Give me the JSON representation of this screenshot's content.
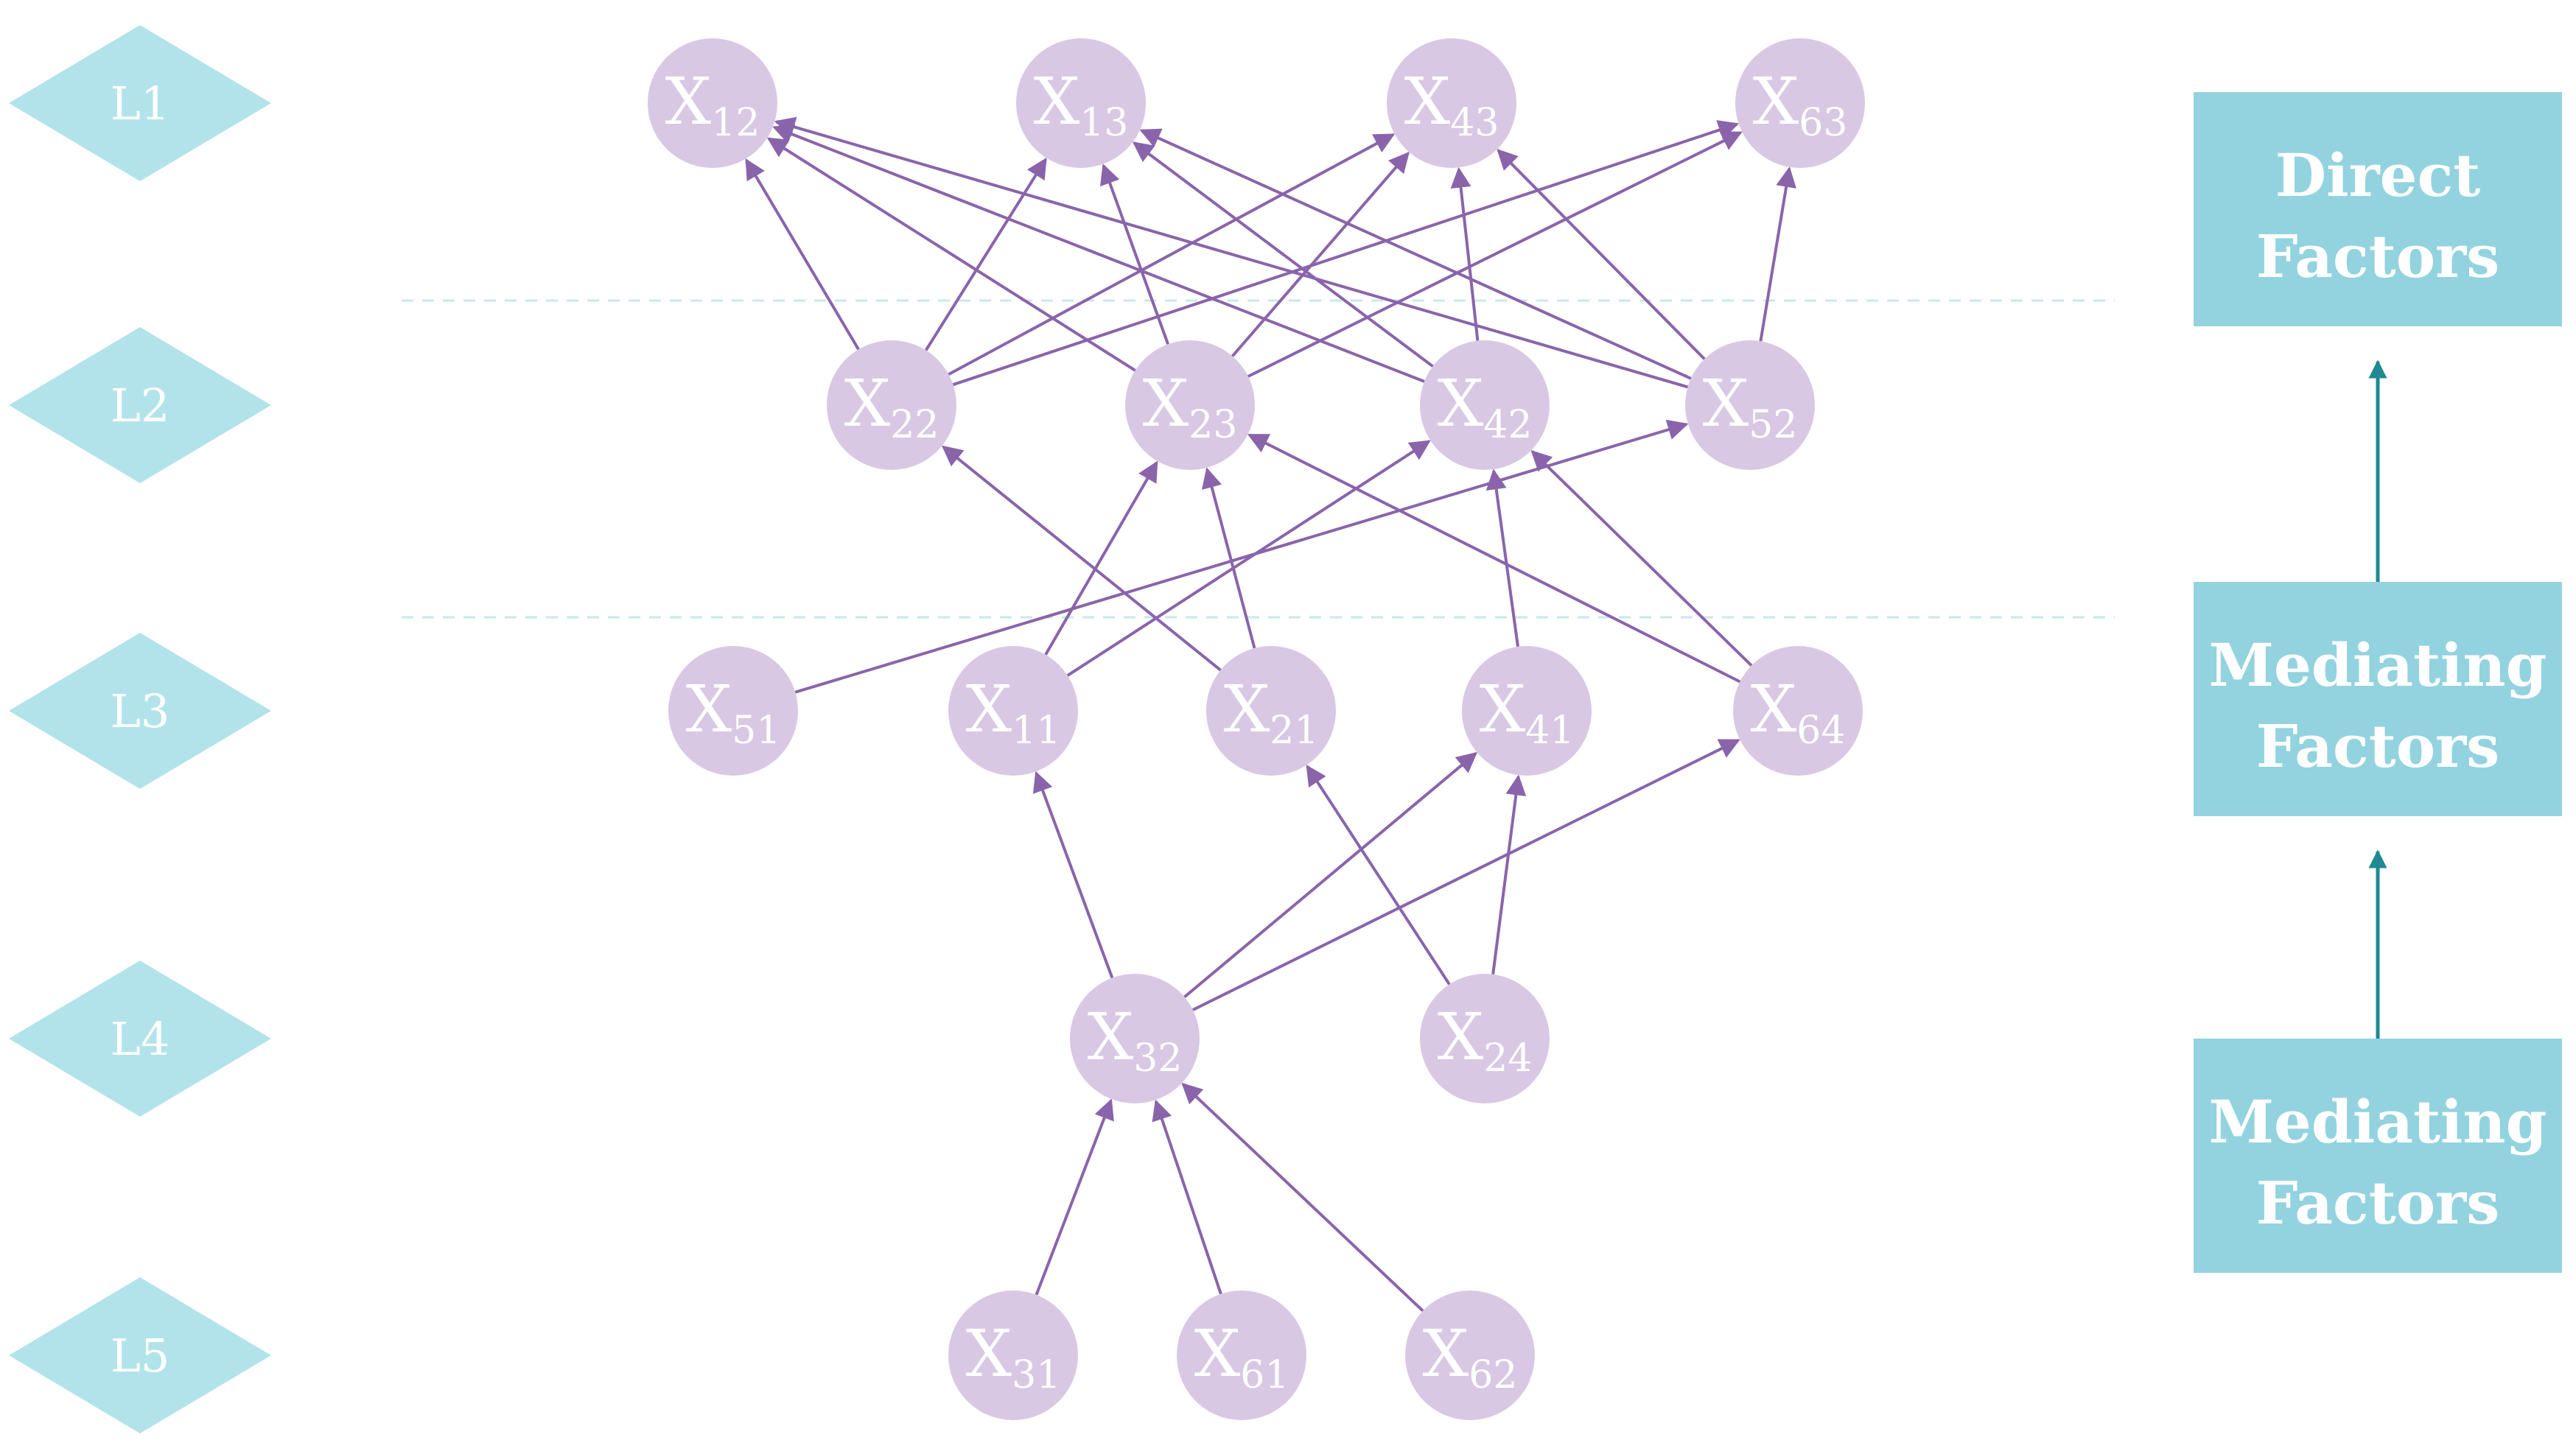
{
  "colors": {
    "level_shape": "#b3e3ea",
    "node_fill": "#d9c8e4",
    "edge": "#8a64ab",
    "category_fill": "#93d3df",
    "category_arrow": "#1f8a91",
    "separator": "#c8e9ee"
  },
  "levels": [
    {
      "id": "L1",
      "label": "L1"
    },
    {
      "id": "L2",
      "label": "L2"
    },
    {
      "id": "L3",
      "label": "L3"
    },
    {
      "id": "L4",
      "label": "L4"
    },
    {
      "id": "L5",
      "label": "L5"
    }
  ],
  "nodes": [
    {
      "id": "X12",
      "base": "X",
      "sub": "12",
      "level": "L1"
    },
    {
      "id": "X13",
      "base": "X",
      "sub": "13",
      "level": "L1"
    },
    {
      "id": "X43",
      "base": "X",
      "sub": "43",
      "level": "L1"
    },
    {
      "id": "X63",
      "base": "X",
      "sub": "63",
      "level": "L1"
    },
    {
      "id": "X22",
      "base": "X",
      "sub": "22",
      "level": "L2"
    },
    {
      "id": "X23",
      "base": "X",
      "sub": "23",
      "level": "L2"
    },
    {
      "id": "X42",
      "base": "X",
      "sub": "42",
      "level": "L2"
    },
    {
      "id": "X52",
      "base": "X",
      "sub": "52",
      "level": "L2"
    },
    {
      "id": "X51",
      "base": "X",
      "sub": "51",
      "level": "L3"
    },
    {
      "id": "X11",
      "base": "X",
      "sub": "11",
      "level": "L3"
    },
    {
      "id": "X21",
      "base": "X",
      "sub": "21",
      "level": "L3"
    },
    {
      "id": "X41",
      "base": "X",
      "sub": "41",
      "level": "L3"
    },
    {
      "id": "X64",
      "base": "X",
      "sub": "64",
      "level": "L3"
    },
    {
      "id": "X32",
      "base": "X",
      "sub": "32",
      "level": "L4"
    },
    {
      "id": "X24",
      "base": "X",
      "sub": "24",
      "level": "L4"
    },
    {
      "id": "X31",
      "base": "X",
      "sub": "31",
      "level": "L5"
    },
    {
      "id": "X61",
      "base": "X",
      "sub": "61",
      "level": "L5"
    },
    {
      "id": "X62",
      "base": "X",
      "sub": "62",
      "level": "L5"
    }
  ],
  "edges": [
    [
      "X22",
      "X12"
    ],
    [
      "X22",
      "X13"
    ],
    [
      "X22",
      "X43"
    ],
    [
      "X22",
      "X63"
    ],
    [
      "X23",
      "X12"
    ],
    [
      "X23",
      "X13"
    ],
    [
      "X23",
      "X43"
    ],
    [
      "X23",
      "X63"
    ],
    [
      "X42",
      "X12"
    ],
    [
      "X42",
      "X13"
    ],
    [
      "X42",
      "X43"
    ],
    [
      "X52",
      "X12"
    ],
    [
      "X52",
      "X13"
    ],
    [
      "X52",
      "X43"
    ],
    [
      "X52",
      "X63"
    ],
    [
      "X51",
      "X52"
    ],
    [
      "X11",
      "X23"
    ],
    [
      "X11",
      "X42"
    ],
    [
      "X21",
      "X22"
    ],
    [
      "X21",
      "X23"
    ],
    [
      "X41",
      "X42"
    ],
    [
      "X64",
      "X23"
    ],
    [
      "X64",
      "X42"
    ],
    [
      "X32",
      "X11"
    ],
    [
      "X32",
      "X41"
    ],
    [
      "X32",
      "X64"
    ],
    [
      "X24",
      "X21"
    ],
    [
      "X24",
      "X41"
    ],
    [
      "X31",
      "X32"
    ],
    [
      "X61",
      "X32"
    ],
    [
      "X62",
      "X32"
    ]
  ],
  "categories": [
    {
      "id": "direct",
      "line1": "Direct",
      "line2": "Factors"
    },
    {
      "id": "mediating-upper",
      "line1": "Mediating",
      "line2": "Factors"
    },
    {
      "id": "mediating-lower",
      "line1": "Mediating",
      "line2": "Factors"
    }
  ]
}
